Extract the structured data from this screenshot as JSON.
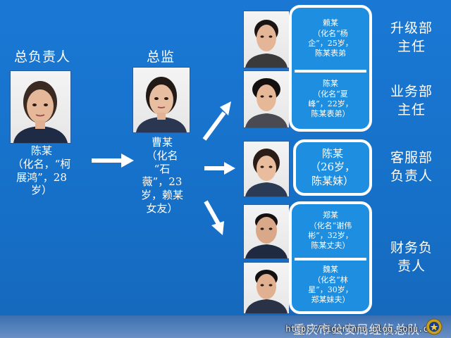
{
  "headings": {
    "leader": "总负责人",
    "director": "总监"
  },
  "leader": {
    "caption": "陈某\n（化名，“柯\n展鸿”，28\n岁）"
  },
  "director": {
    "caption": "曹某\n（化名\n“石\n薇”，23\n岁，赖某\n女友）"
  },
  "members": [
    {
      "text": "赖某\n（化名“杨\n企”，25岁，\n陈某表弟"
    },
    {
      "text": "陈某\n（化名“夏\n峰”，22岁，\n陈某表弟）"
    },
    {
      "text": "陈某\n（26岁，\n陈某妹）"
    },
    {
      "text": "郑某\n（化名“谢伟\n彬”，32岁，\n陈某丈夫）"
    },
    {
      "text": "魏某\n（化名“林\n星”，30岁，\n郑某妹夫）"
    }
  ],
  "departments": [
    {
      "text": "升级部\n主任"
    },
    {
      "text": "业务部\n主任"
    },
    {
      "text": "客服部\n负责人"
    },
    {
      "text": "财务负\n责人"
    }
  ],
  "footer": {
    "org": "重庆市公安局经侦总队",
    "watermark": "http://tigerlnnu.blog.sohu.com"
  },
  "colors": {
    "background": "#1670c8",
    "box_fill": "#1d8ee0",
    "box_border": "#ffffff",
    "footer": "#5a82bd"
  }
}
